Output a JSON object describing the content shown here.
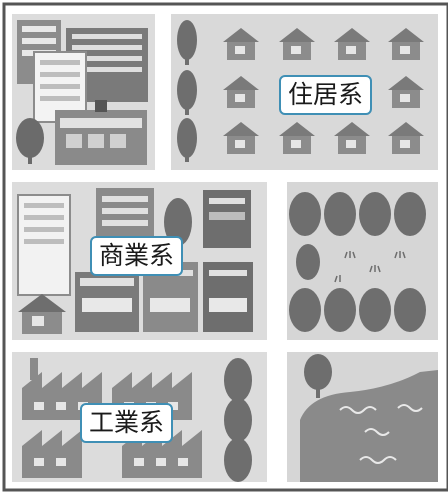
{
  "labels": {
    "residential": "住居系",
    "commercial": "商業系",
    "industrial": "工業系"
  },
  "colors": {
    "label_border": "#3f8fb5",
    "block_fill": "#d9d9d9",
    "dark_gray": "#6e6e6e",
    "mid_gray": "#9a9a9a",
    "water": "#8a8a8a",
    "road": "#ffffff"
  }
}
